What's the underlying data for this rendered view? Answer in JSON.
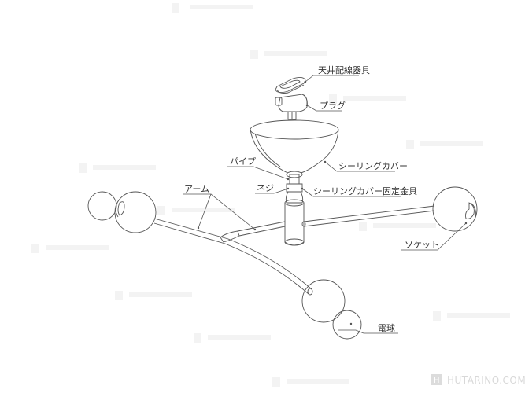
{
  "diagram": {
    "title": "",
    "type": "exploded parts diagram - ceiling light fixture",
    "labels": {
      "ceiling_wiring_device": "天井配線器具",
      "plug": "プラグ",
      "ceiling_cover": "シーリングカバー",
      "pipe": "パイプ",
      "screw": "ネジ",
      "ceiling_cover_bracket": "シーリングカバー固定金具",
      "arm": "アーム",
      "socket": "ソケット",
      "bulb": "電球"
    },
    "colors": {
      "line": "#555555",
      "text": "#333333",
      "background": "#ffffff",
      "watermark": "#d8d8d8"
    }
  },
  "watermark": {
    "text": "HUTARINO.COM",
    "icon": "h-logo-icon"
  }
}
